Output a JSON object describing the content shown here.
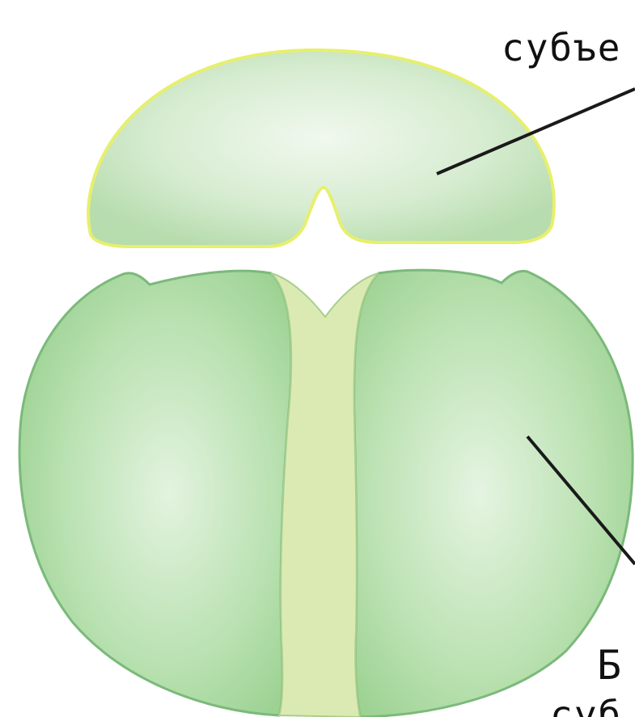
{
  "labels": {
    "small_subunit": "субъе",
    "large_subunit_line1": "Б",
    "large_subunit_line2": "суб"
  },
  "colors": {
    "small_subunit_fill": "#cfe8c6",
    "small_subunit_outline": "#e6ee6a",
    "large_subunit_fill": "#aedda5",
    "large_subunit_outline": "#79b87a",
    "groove_fill": "#d9e9b2",
    "leader_line": "#1a1a1a"
  }
}
